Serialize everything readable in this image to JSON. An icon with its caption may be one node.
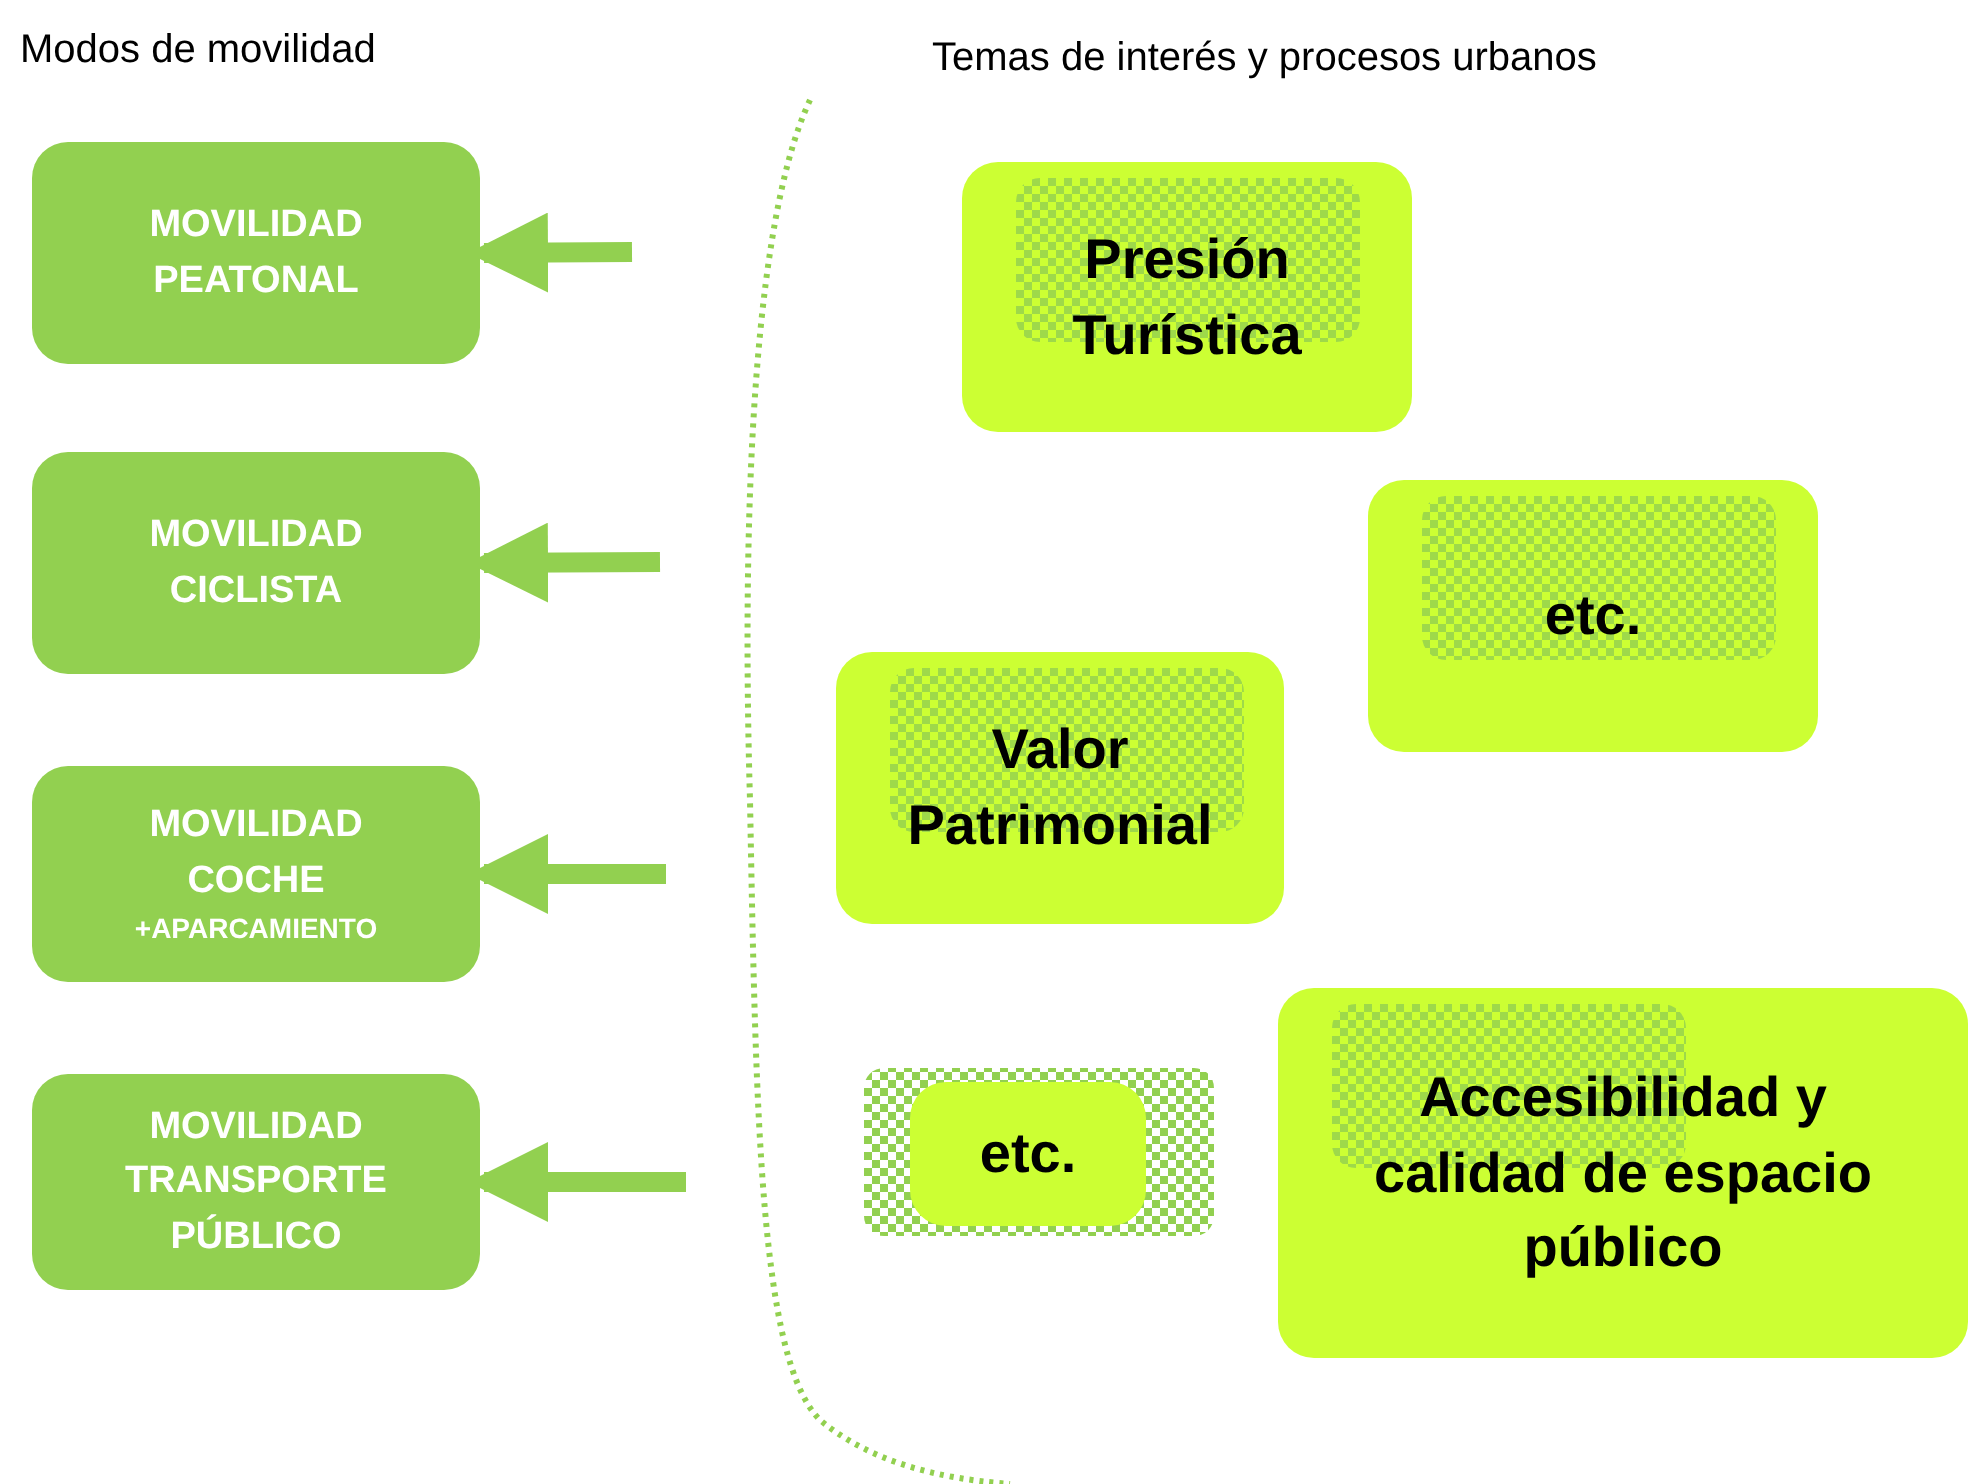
{
  "diagram": {
    "nodes": [
      {
        "text": [
          "MOVILIDAD PEATONAL"
        ]
      },
      {
        "text": [
          "MOVILIDAD CICLISTA"
        ]
      },
      {
        "text": [
          "MOVILIDAD COCHE",
          "+APARCAMIENTO"
        ]
      },
      {
        "text": [
          "MOVILIDAD TRANSPORTE PÚBLICO"
        ]
      },
      {
        "text": [
          "Presión Turística"
        ]
      },
      {
        "text": [
          "etc."
        ]
      },
      {
        "text": [
          "Valor Patrimonial"
        ]
      },
      {
        "text": [
          "etc."
        ]
      },
      {
        "text": [
          "Accesibilidad y calidad de espacio público"
        ]
      }
    ],
    "edges": [
      {
        "from": null,
        "to": 0,
        "arrow": "to"
      },
      {
        "from": null,
        "to": 1,
        "arrow": "to"
      },
      {
        "from": null,
        "to": 2,
        "arrow": "to"
      },
      {
        "from": null,
        "to": 3,
        "arrow": "to"
      }
    ],
    "labels": [
      "Modos de movilidad",
      "Temas de interés y procesos urbanos"
    ]
  }
}
